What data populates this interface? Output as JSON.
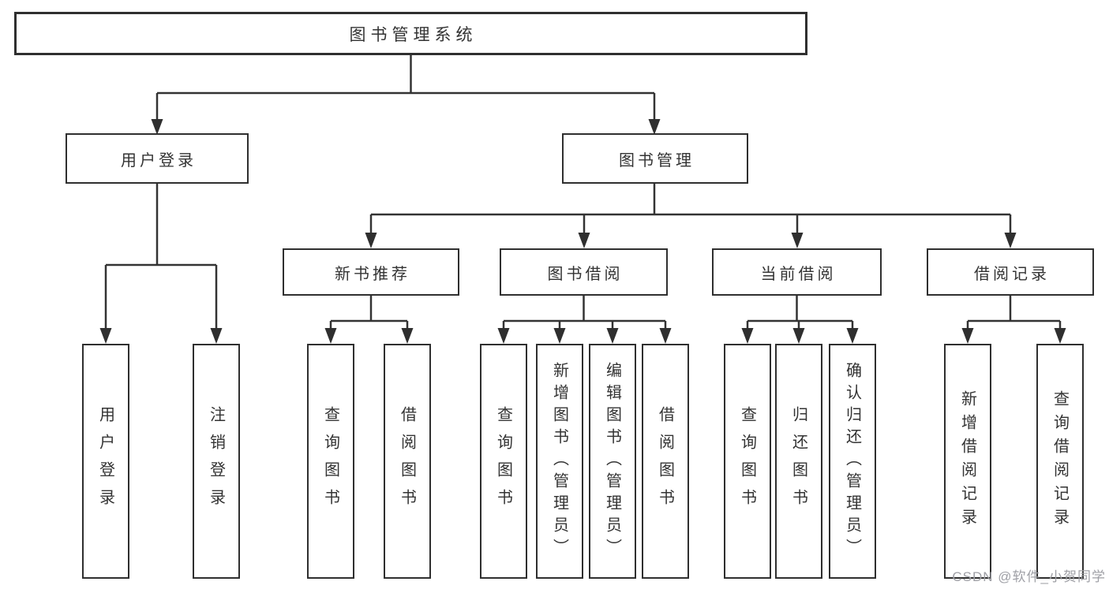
{
  "diagram": {
    "type": "hierarchy-tree",
    "root": {
      "label": "图书管理系统"
    },
    "level2": [
      {
        "id": "user-login",
        "label": "用户登录"
      },
      {
        "id": "book-management",
        "label": "图书管理"
      }
    ],
    "level3": [
      {
        "id": "new-book-recommend",
        "label": "新书推荐"
      },
      {
        "id": "book-borrowing",
        "label": "图书借阅"
      },
      {
        "id": "current-borrowing",
        "label": "当前借阅"
      },
      {
        "id": "borrowing-records",
        "label": "借阅记录"
      }
    ],
    "leaves": [
      {
        "id": "user-login-leaf",
        "parent": "用户登录",
        "label": "用户登录"
      },
      {
        "id": "logout-leaf",
        "parent": "用户登录",
        "label": "注销登录"
      },
      {
        "id": "query-books-recommend",
        "parent": "新书推荐",
        "label": "查询图书"
      },
      {
        "id": "borrow-books-recommend",
        "parent": "新书推荐",
        "label": "借阅图书"
      },
      {
        "id": "query-books-borrowing",
        "parent": "图书借阅",
        "label": "查询图书"
      },
      {
        "id": "add-books-admin",
        "parent": "图书借阅",
        "label": "新增图书（管理员）"
      },
      {
        "id": "edit-books-admin",
        "parent": "图书借阅",
        "label": "编辑图书（管理员）"
      },
      {
        "id": "borrow-books-borrowing",
        "parent": "图书借阅",
        "label": "借阅图书"
      },
      {
        "id": "query-books-current",
        "parent": "当前借阅",
        "label": "查询图书"
      },
      {
        "id": "return-books",
        "parent": "当前借阅",
        "label": "归还图书"
      },
      {
        "id": "confirm-return-admin",
        "parent": "当前借阅",
        "label": "确认归还（管理员）"
      },
      {
        "id": "add-borrow-record",
        "parent": "借阅记录",
        "label": "新增借阅记录"
      },
      {
        "id": "query-borrow-record",
        "parent": "借阅记录",
        "label": "查询借阅记录"
      }
    ],
    "watermark": "CSDN @软件_小贺同学",
    "colors": {
      "line": "#333333",
      "box_border": "#2f2f2f",
      "box_background": "#ffffff",
      "text": "#333333",
      "watermark": "#9fa0a6",
      "page_background": "#ffffff"
    }
  }
}
